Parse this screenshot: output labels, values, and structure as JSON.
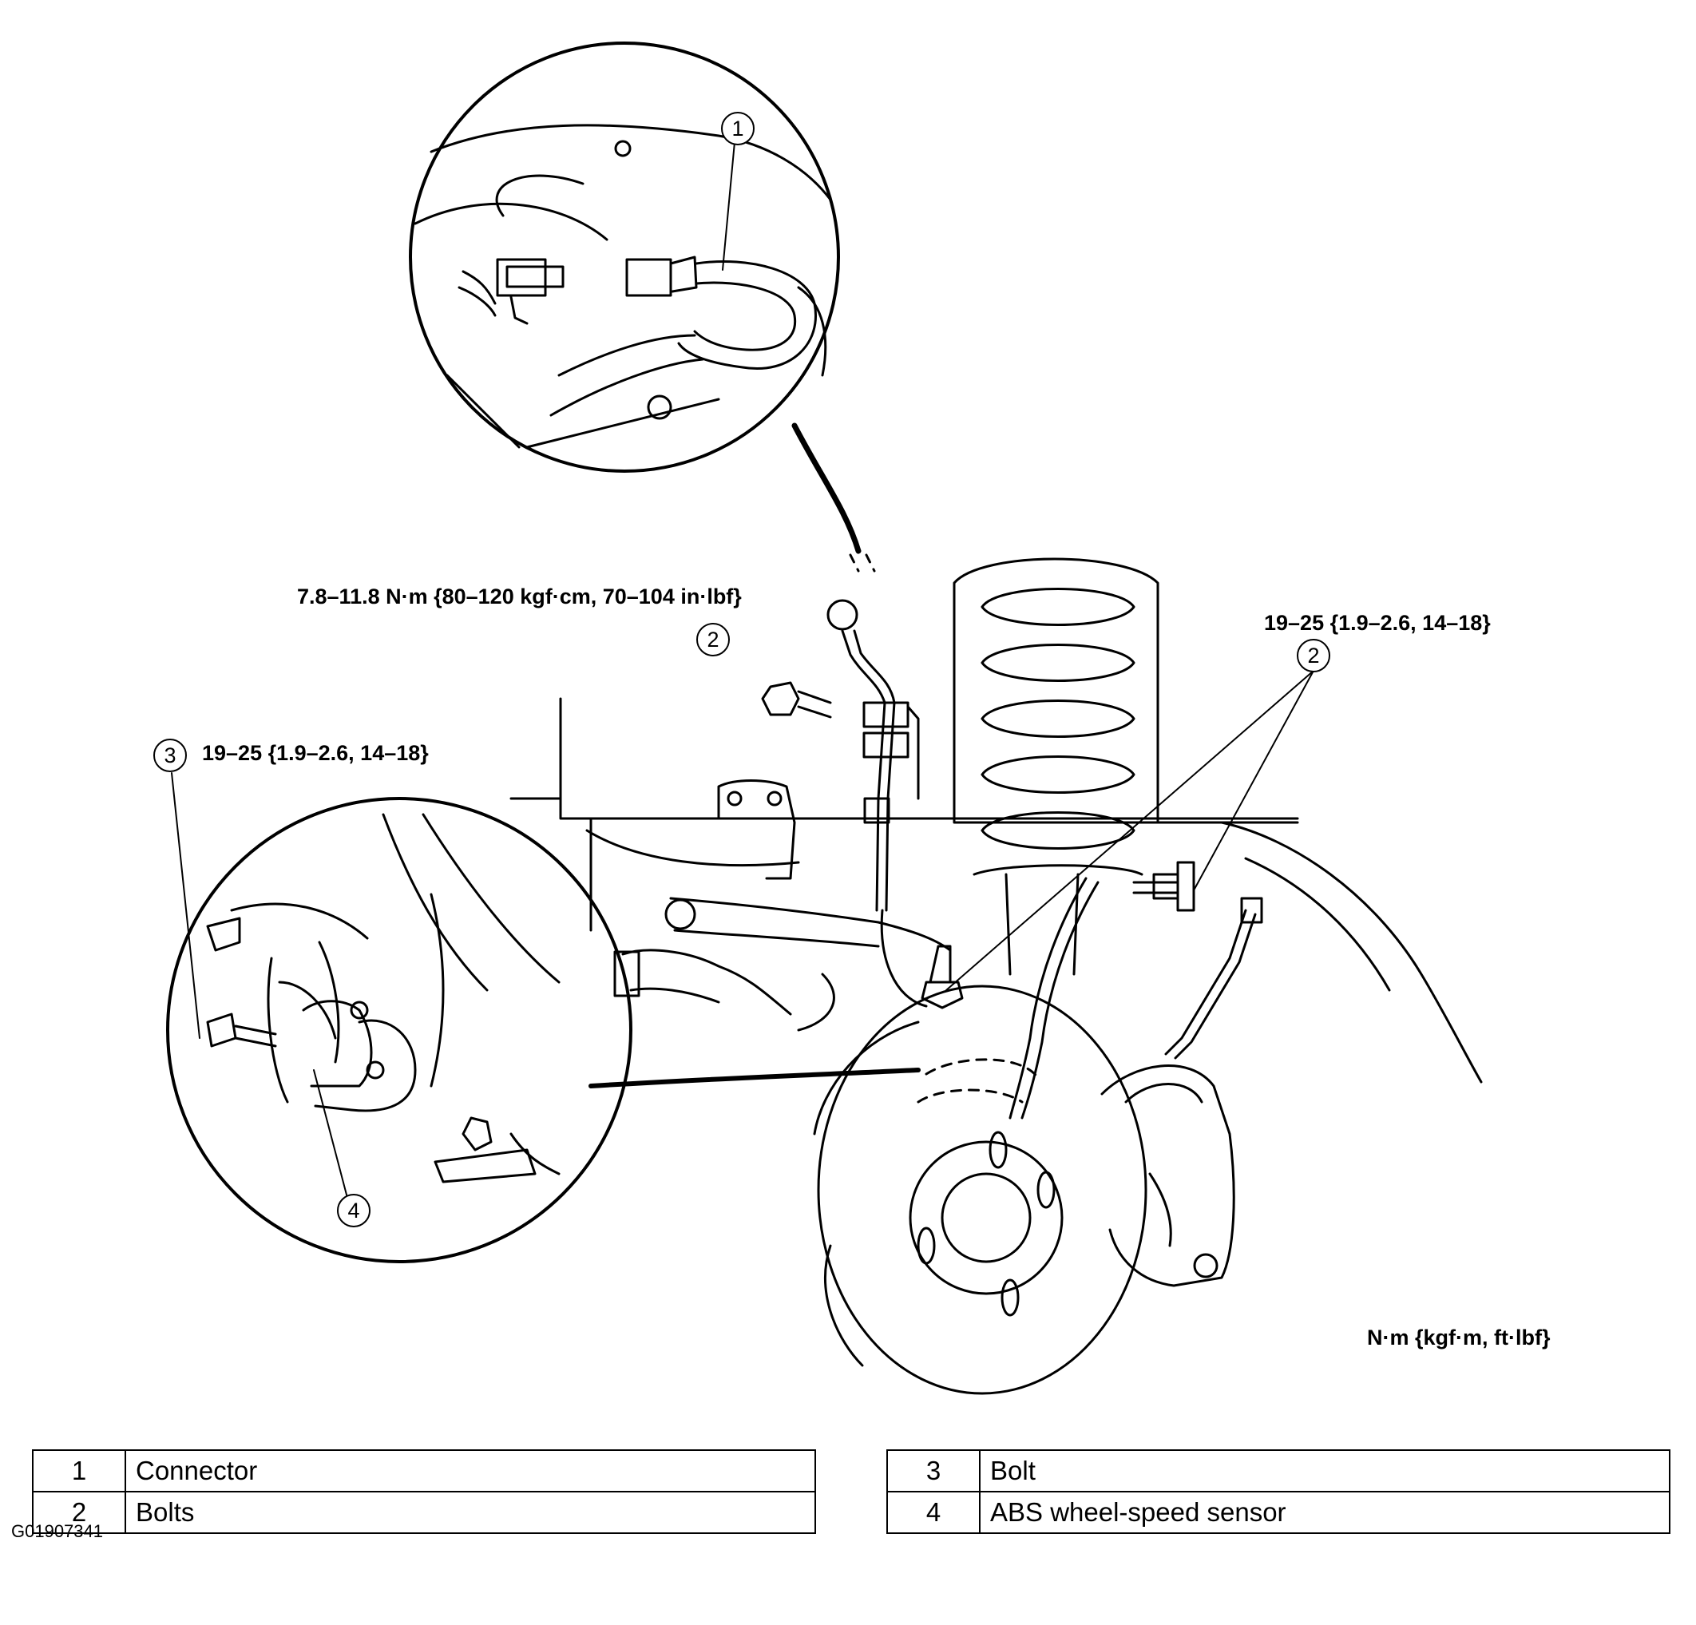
{
  "torque_specs": {
    "top_bracket": "7.8–11.8 N·m {80–120 kgf·cm, 70–104 in·lbf}",
    "right_bolts": "19–25 {1.9–2.6, 14–18}",
    "left_bolt": "19–25 {1.9–2.6, 14–18}",
    "unit_note": "N·m {kgf·m, ft·lbf}"
  },
  "callouts": [
    "1",
    "2",
    "2",
    "3",
    "4"
  ],
  "legend_left": [
    {
      "num": "1",
      "label": "Connector"
    },
    {
      "num": "2",
      "label": "Bolts"
    }
  ],
  "legend_right": [
    {
      "num": "3",
      "label": "Bolt"
    },
    {
      "num": "4",
      "label": "ABS wheel-speed sensor"
    }
  ],
  "figure_id": "G01907341"
}
